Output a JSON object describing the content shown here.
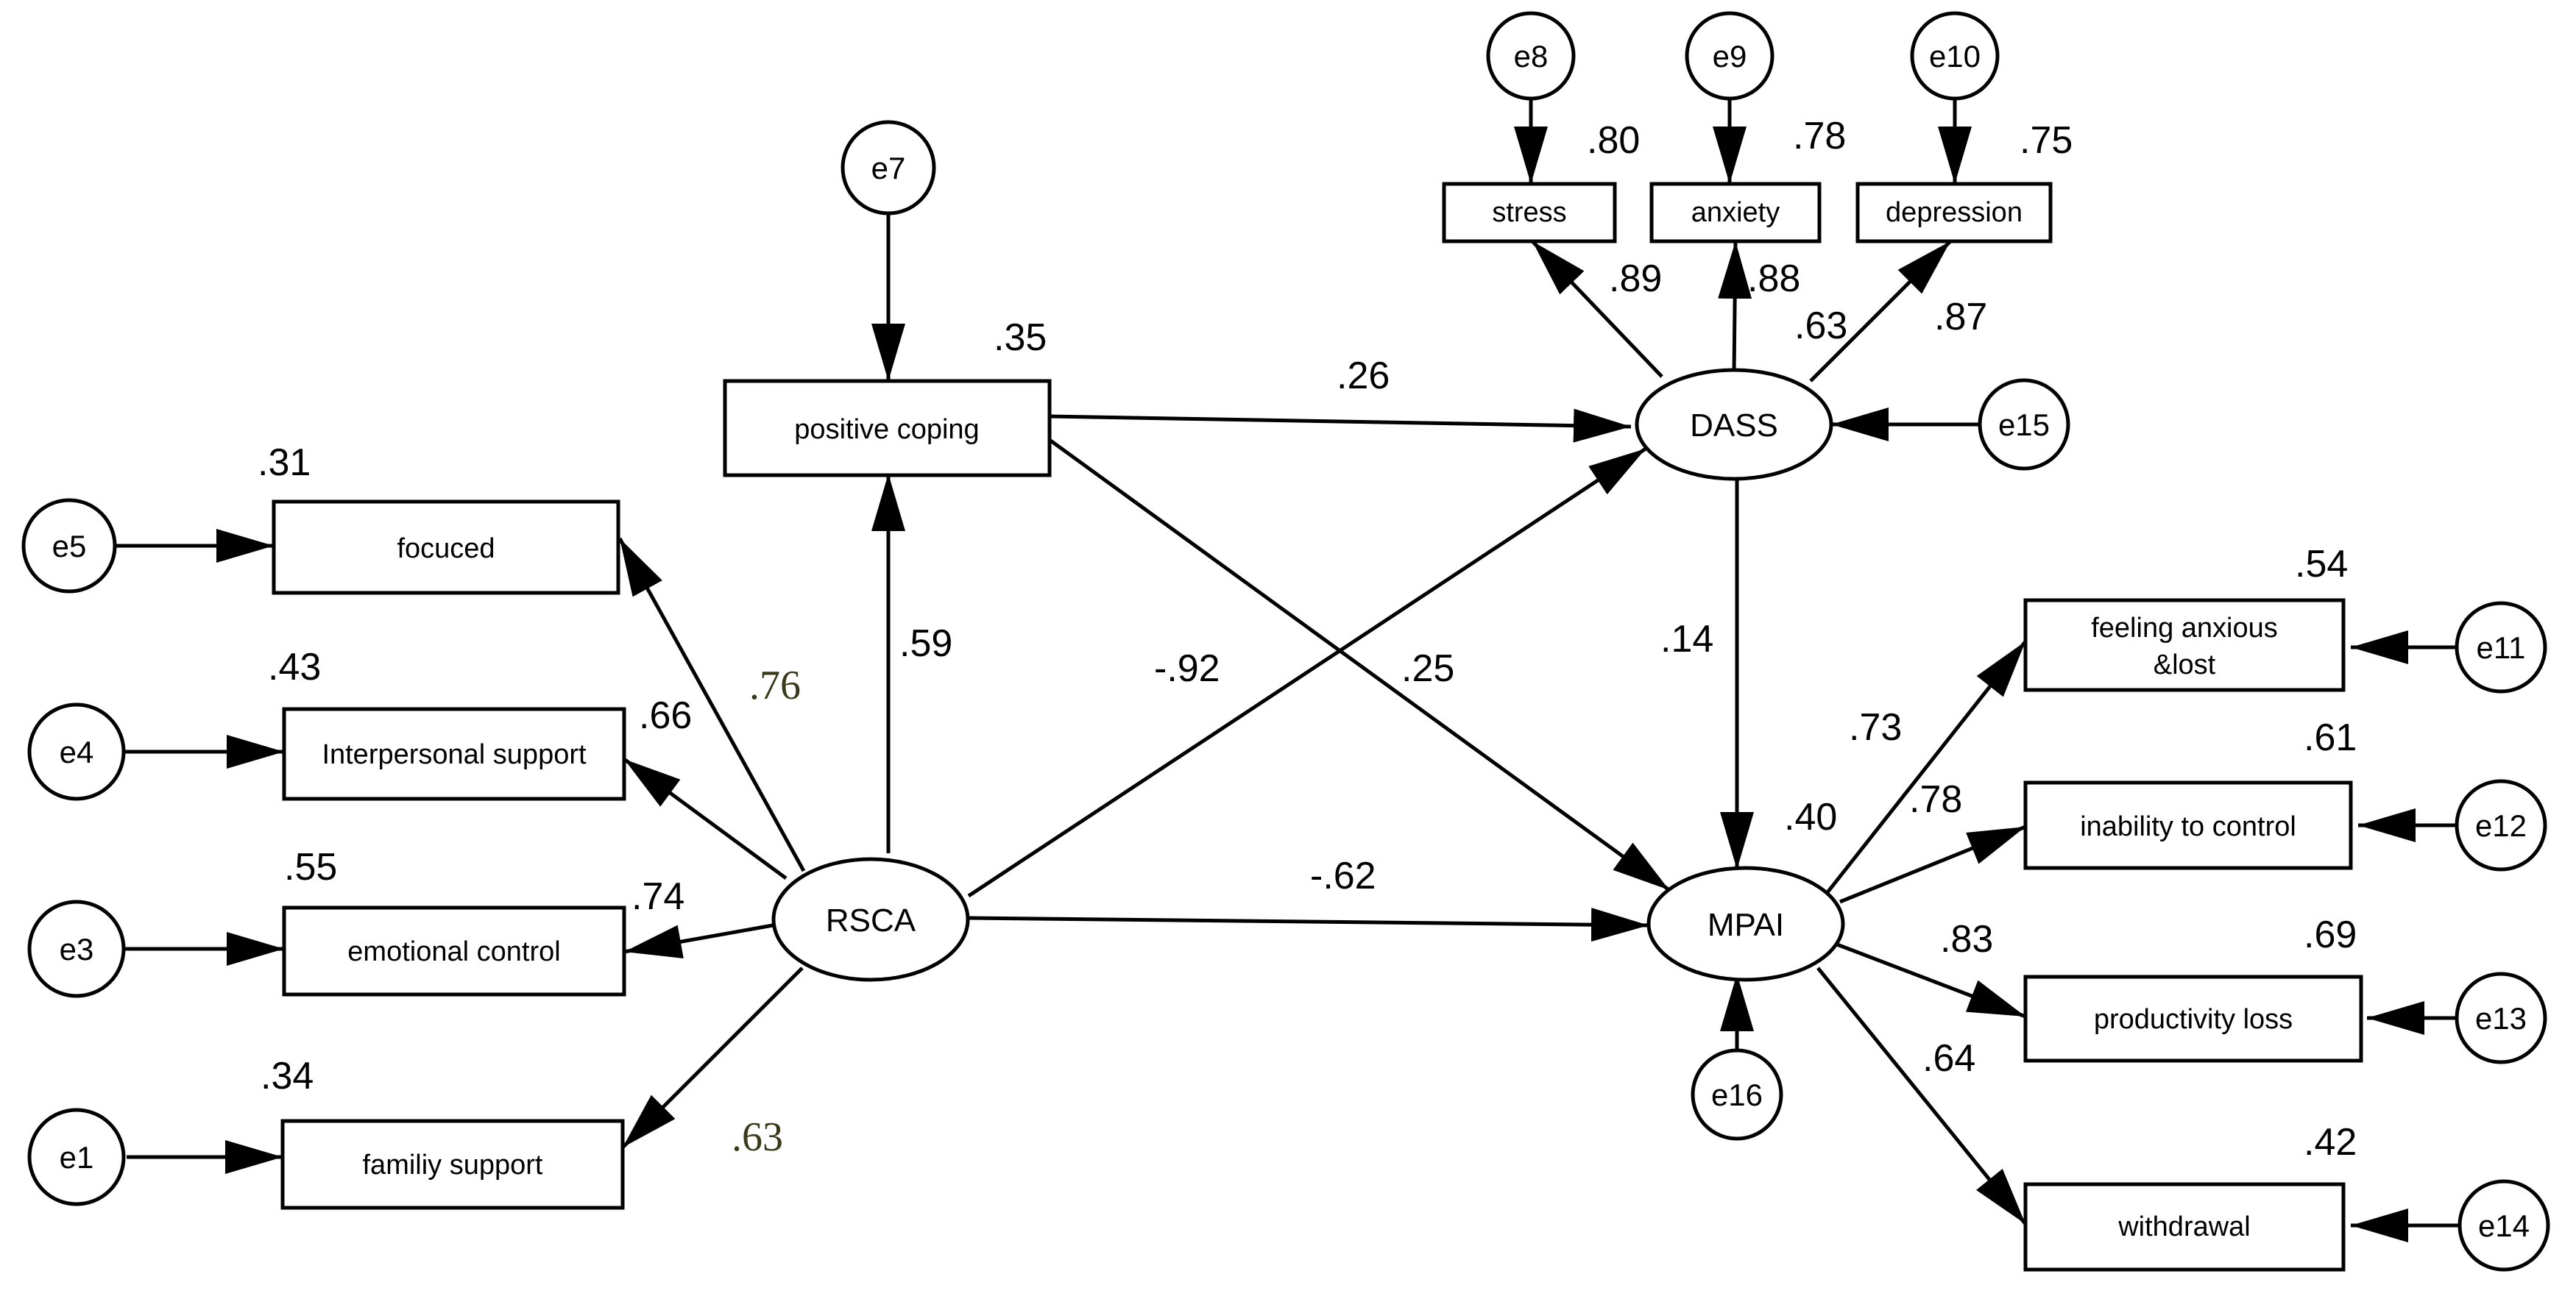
{
  "diagram": {
    "latent": {
      "rsca": "RSCA",
      "dass": "DASS",
      "mpai": "MPAI"
    },
    "observed": {
      "positive_coping": "positive coping",
      "focused": "focuced",
      "interpersonal_support": "Interpersonal support",
      "emotional_control": "emotional control",
      "family_support": "familiy support",
      "stress": "stress",
      "anxiety": "anxiety",
      "depression": "depression",
      "feeling_anxious_line1": "feeling anxious",
      "feeling_anxious_line2": "&lost",
      "inability_to_control": "inability to control",
      "productivity_loss": "productivity loss",
      "withdrawal": "withdrawal"
    },
    "errors": {
      "e1": "e1",
      "e3": "e3",
      "e4": "e4",
      "e5": "e5",
      "e7": "e7",
      "e8": "e8",
      "e9": "e9",
      "e10": "e10",
      "e11": "e11",
      "e12": "e12",
      "e13": "e13",
      "e14": "e14",
      "e15": "e15",
      "e16": "e16"
    },
    "r_squared": {
      "positive_coping": ".35",
      "focused": ".31",
      "interpersonal_support": ".43",
      "emotional_control": ".55",
      "family_support": ".34",
      "stress": ".80",
      "anxiety": ".78",
      "depression": ".75",
      "feeling_anxious": ".54",
      "inability_to_control": ".61",
      "productivity_loss": ".69",
      "withdrawal": ".42",
      "mpai": ".40"
    },
    "paths": {
      "rsca_to_focused": ".76",
      "rsca_to_interpersonal": ".66",
      "rsca_to_emotional": ".74",
      "rsca_to_family": ".63",
      "rsca_to_coping": ".59",
      "rsca_to_dass": "-.92",
      "rsca_to_mpai": "-.62",
      "coping_to_dass": ".26",
      "coping_to_mpai": ".25",
      "dass_to_mpai": ".14",
      "dass_to_stress": ".89",
      "dass_to_anxiety": ".88",
      "dass_to_depression": ".87",
      "dass_depression_inner": ".63",
      "mpai_to_feeling": ".73",
      "mpai_to_inability": ".78",
      "mpai_to_productivity": ".83",
      "mpai_to_withdrawal": ".64"
    }
  }
}
